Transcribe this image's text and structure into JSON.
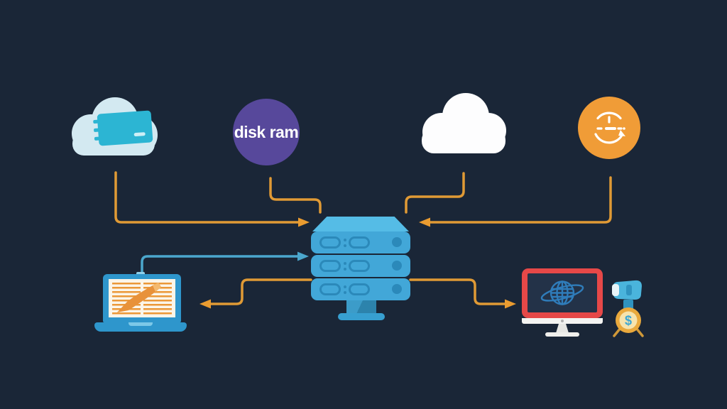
{
  "diagram": {
    "type": "infographic",
    "background": "#1a2637",
    "center_node": "server"
  },
  "colors": {
    "background": "#1a2637",
    "arrow_orange": "#e09a35",
    "arrowhead_orange": "#ea9c30",
    "arrow_cyan": "#4ba7cd",
    "server_blue": "#42a7d8",
    "server_blue_dark": "#2b89ba",
    "server_top_face": "#55bce6",
    "server_stand": "#2d84ad",
    "cloud_light_blue": "#d3e9f1",
    "chip_teal": "#2cb5d3",
    "disk_ram_purple": "#57489b",
    "cloud_white": "#fdfdfe",
    "clock_orange": "#f09c37",
    "clock_glyph_white": "#ffffff",
    "laptop_blue": "#2e96cc",
    "laptop_screen_cream": "#fbf5e9",
    "document_orange": "#eb9838",
    "pen_orange": "#e8923a",
    "monitor_red": "#e64848",
    "monitor_screen": "#233248",
    "globe_blue": "#2f7cba",
    "coin_gold": "#e9a93d",
    "coin_inner": "#f6e3ad",
    "dollar_blue": "#3aa6d6",
    "clamp_blue": "#4ab4dc"
  },
  "nodes": {
    "memory_cloud": {
      "icon": "cloud-memory-chip-icon"
    },
    "disk_ram": {
      "label": "disk ram",
      "shape": "circle"
    },
    "storage_cloud": {
      "icon": "cloud-icon"
    },
    "backup_clock": {
      "icon": "clock-refresh-icon",
      "shape": "circle"
    },
    "server": {
      "icon": "server-rack-icon",
      "tiers": 3
    },
    "laptop": {
      "icon": "laptop-document-pen-icon"
    },
    "monitor": {
      "icon": "monitor-globe-icon"
    },
    "money": {
      "icon": "clamp-dollar-coin-icon",
      "symbol": "$"
    }
  },
  "edges": [
    {
      "from": "memory_cloud",
      "to": "server",
      "color": "orange",
      "arrowhead": true
    },
    {
      "from": "disk_ram",
      "to": "server",
      "color": "orange",
      "arrowhead": false
    },
    {
      "from": "storage_cloud",
      "to": "server",
      "color": "orange",
      "arrowhead": false
    },
    {
      "from": "backup_clock",
      "to": "server",
      "color": "orange",
      "arrowhead": true
    },
    {
      "from": "laptop",
      "to": "server",
      "color": "cyan",
      "arrowhead": true
    },
    {
      "from": "server",
      "to": "laptop",
      "color": "orange",
      "arrowhead": true
    },
    {
      "from": "server",
      "to": "monitor",
      "color": "orange",
      "arrowhead": true
    }
  ]
}
